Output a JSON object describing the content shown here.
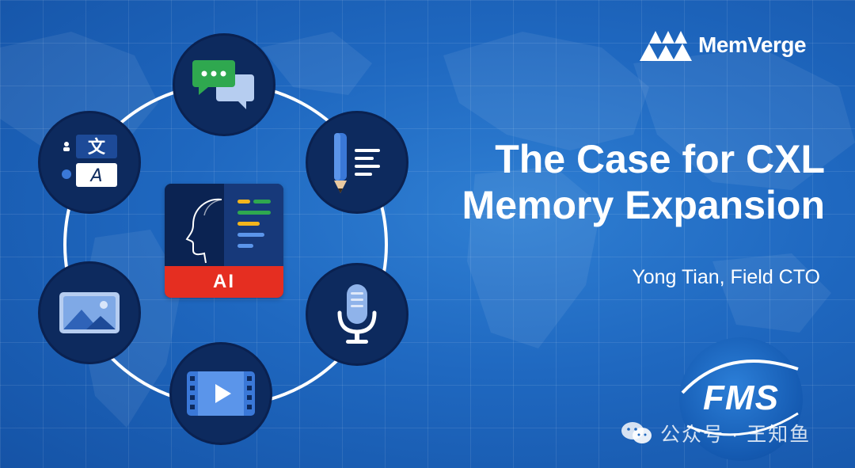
{
  "brand": {
    "name": "MemVerge"
  },
  "slide": {
    "title_line1": "The Case for CXL",
    "title_line2": "Memory Expansion",
    "presenter": "Yong Tian, Field CTO"
  },
  "ai_card": {
    "label": "AI"
  },
  "event_logo": {
    "text": "FMS"
  },
  "watermark": {
    "text": "公众号 · 王知鱼"
  },
  "icons": [
    "chat-icon",
    "document-icon",
    "microphone-icon",
    "video-icon",
    "image-icon",
    "translate-icon",
    "ai-head-icon"
  ],
  "colors": {
    "background": "#1f68c0",
    "node": "#0d2a5e",
    "ai_band": "#e52e21",
    "chat_green": "#2fa84f"
  }
}
